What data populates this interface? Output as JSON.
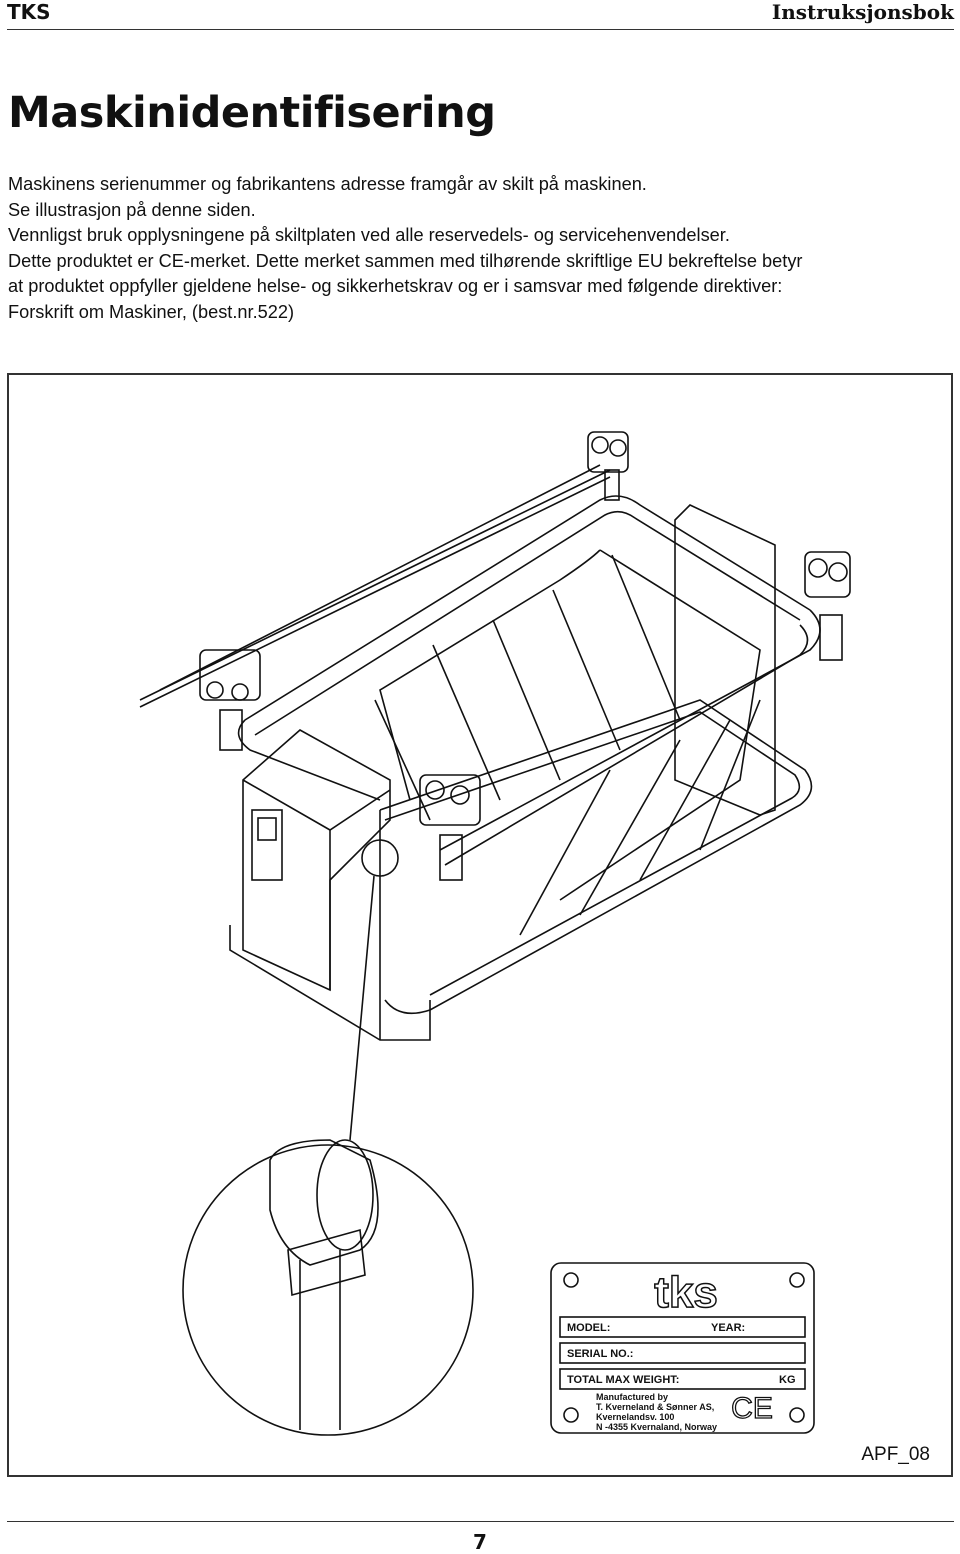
{
  "header": {
    "left": "TKS",
    "right": "Instruksjonsbok"
  },
  "title": "Maskinidentifisering",
  "body_lines": [
    "Maskinens serienummer og fabrikantens adresse framgår av skilt på maskinen.",
    "Se illustrasjon på denne siden.",
    "Vennligst bruk opplysningene på skiltplaten ved alle reservedels- og servicehenvendelser.",
    "Dette produktet er CE-merket. Dette merket sammen med tilhørende skriftlige EU bekreftelse betyr",
    "at produktet oppfyller gjeldene helse- og sikkerhetskrav og er i samsvar med følgende direktiver:",
    "Forskrift om Maskiner, (best.nr.522)"
  ],
  "plate": {
    "logo": "tks",
    "model_label": "MODEL:",
    "year_label": "YEAR:",
    "serial_label": "SERIAL NO.:",
    "weight_label": "TOTAL MAX WEIGHT:",
    "weight_unit": "KG",
    "manufacturer_lines": [
      "Manufactured by",
      "T. Kverneland & Sønner AS,",
      "Kvernelandsv. 100",
      "N -4355 Kvernaland, Norway"
    ],
    "ce_mark": "CE"
  },
  "figure_label": "APF_08",
  "page_number": "7"
}
